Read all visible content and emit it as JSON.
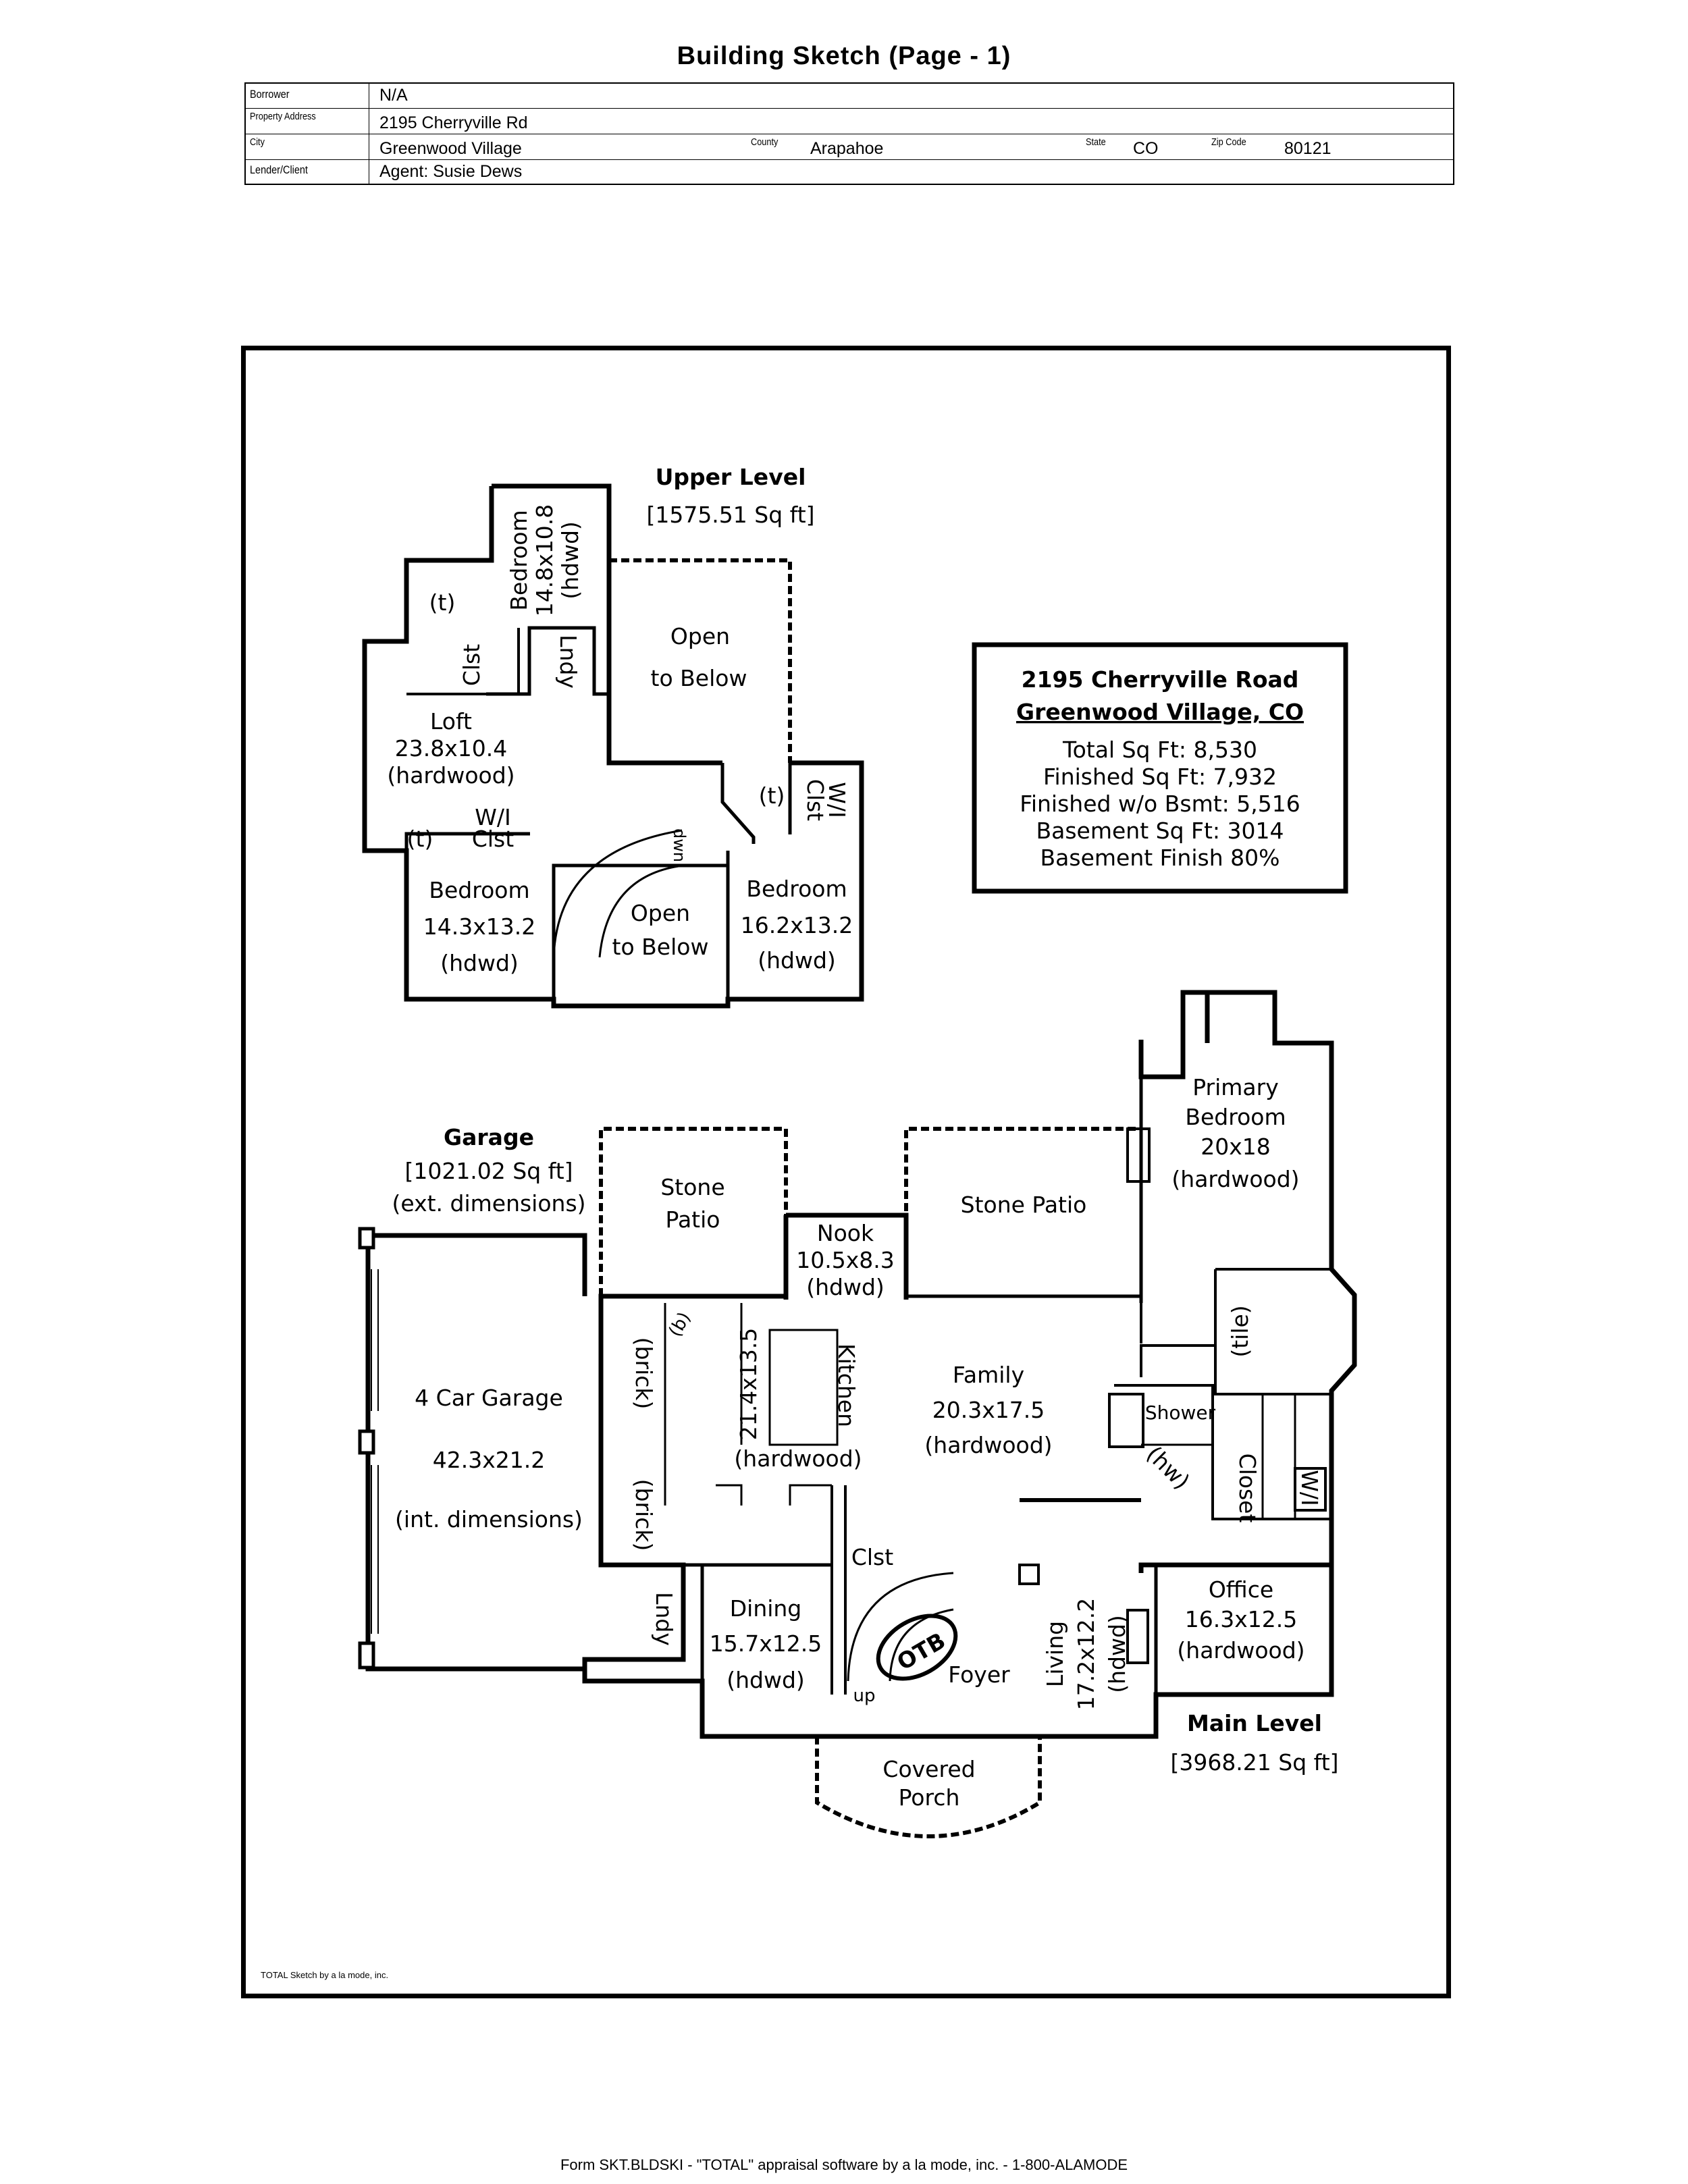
{
  "title": "Building Sketch (Page - 1)",
  "info": {
    "borrower_label": "Borrower",
    "borrower": "N/A",
    "address_label": "Property Address",
    "address": "2195 Cherryville Rd",
    "city_label": "City",
    "city": "Greenwood Village",
    "county_label": "County",
    "county": "Arapahoe",
    "state_label": "State",
    "state": "CO",
    "zip_label": "Zip Code",
    "zip": "80121",
    "lender_label": "Lender/Client",
    "lender": "Agent: Susie Dews"
  },
  "summary": {
    "line1": "2195 Cherryville Road",
    "line2": "Greenwood Village, CO",
    "total": "Total Sq Ft: 8,530",
    "finished": "Finished Sq Ft: 7,932",
    "finished_wo_bsmt": "Finished w/o Bsmt: 5,516",
    "basement": "Basement Sq Ft: 3014",
    "basement_finish": "Basement Finish 80%"
  },
  "levels": {
    "upper_title": "Upper Level",
    "upper_area": "[1575.51 Sq ft]",
    "garage_title": "Garage",
    "garage_area": "[1021.02 Sq ft]",
    "garage_note": "(ext. dimensions)",
    "main_title": "Main Level",
    "main_area": "[3968.21 Sq ft]"
  },
  "rooms": {
    "upper_bedroom1": [
      "Bedroom",
      "14.8x10.8",
      "(hdwd)"
    ],
    "toilet": "(t)",
    "clst": "Clst",
    "lndy": "Lndy",
    "open_below": [
      "Open",
      "to Below"
    ],
    "loft": [
      "Loft",
      "23.8x10.4",
      "(hardwood)"
    ],
    "wi_clst": [
      "W/I",
      "Clst"
    ],
    "dwn": "dwn",
    "upper_bedroom2": [
      "Bedroom",
      "14.3x13.2",
      "(hdwd)"
    ],
    "upper_bedroom3": [
      "Bedroom",
      "16.2x13.2",
      "(hdwd)"
    ],
    "stone_patio_left": [
      "Stone",
      "Patio"
    ],
    "stone_patio_right": "Stone Patio",
    "nook": [
      "Nook",
      "10.5x8.3",
      "(hdwd)"
    ],
    "primary_bedroom": [
      "Primary",
      "Bedroom",
      "20x18",
      "(hardwood)"
    ],
    "car_garage": [
      "4 Car Garage",
      "42.3x21.2",
      "(int. dimensions)"
    ],
    "brick": "(brick)",
    "kitchen": "Kitchen",
    "kitchen_dims": "21.4x13.5",
    "kitchen_floor": "(hardwood)",
    "family": [
      "Family",
      "20.3x17.5",
      "(hardwood)"
    ],
    "tile": "(tile)",
    "shower": "Shower",
    "hw": "(hw)",
    "closet_wi": [
      "Closet",
      "W/I"
    ],
    "dining": [
      "Dining",
      "15.7x12.5",
      "(hdwd)"
    ],
    "otb": "OTB",
    "up": "up",
    "foyer": "Foyer",
    "living": [
      "Living",
      "17.2x12.2",
      "(hdwd)"
    ],
    "office": [
      "Office",
      "16.3x12.5",
      "(hardwood)"
    ],
    "covered_porch": [
      "Covered",
      "Porch"
    ],
    "b": "(b)"
  },
  "credit": "TOTAL Sketch by a la mode, inc.",
  "footer": "Form SKT.BLDSKI - \"TOTAL\" appraisal software by a la mode, inc. - 1-800-ALAMODE"
}
